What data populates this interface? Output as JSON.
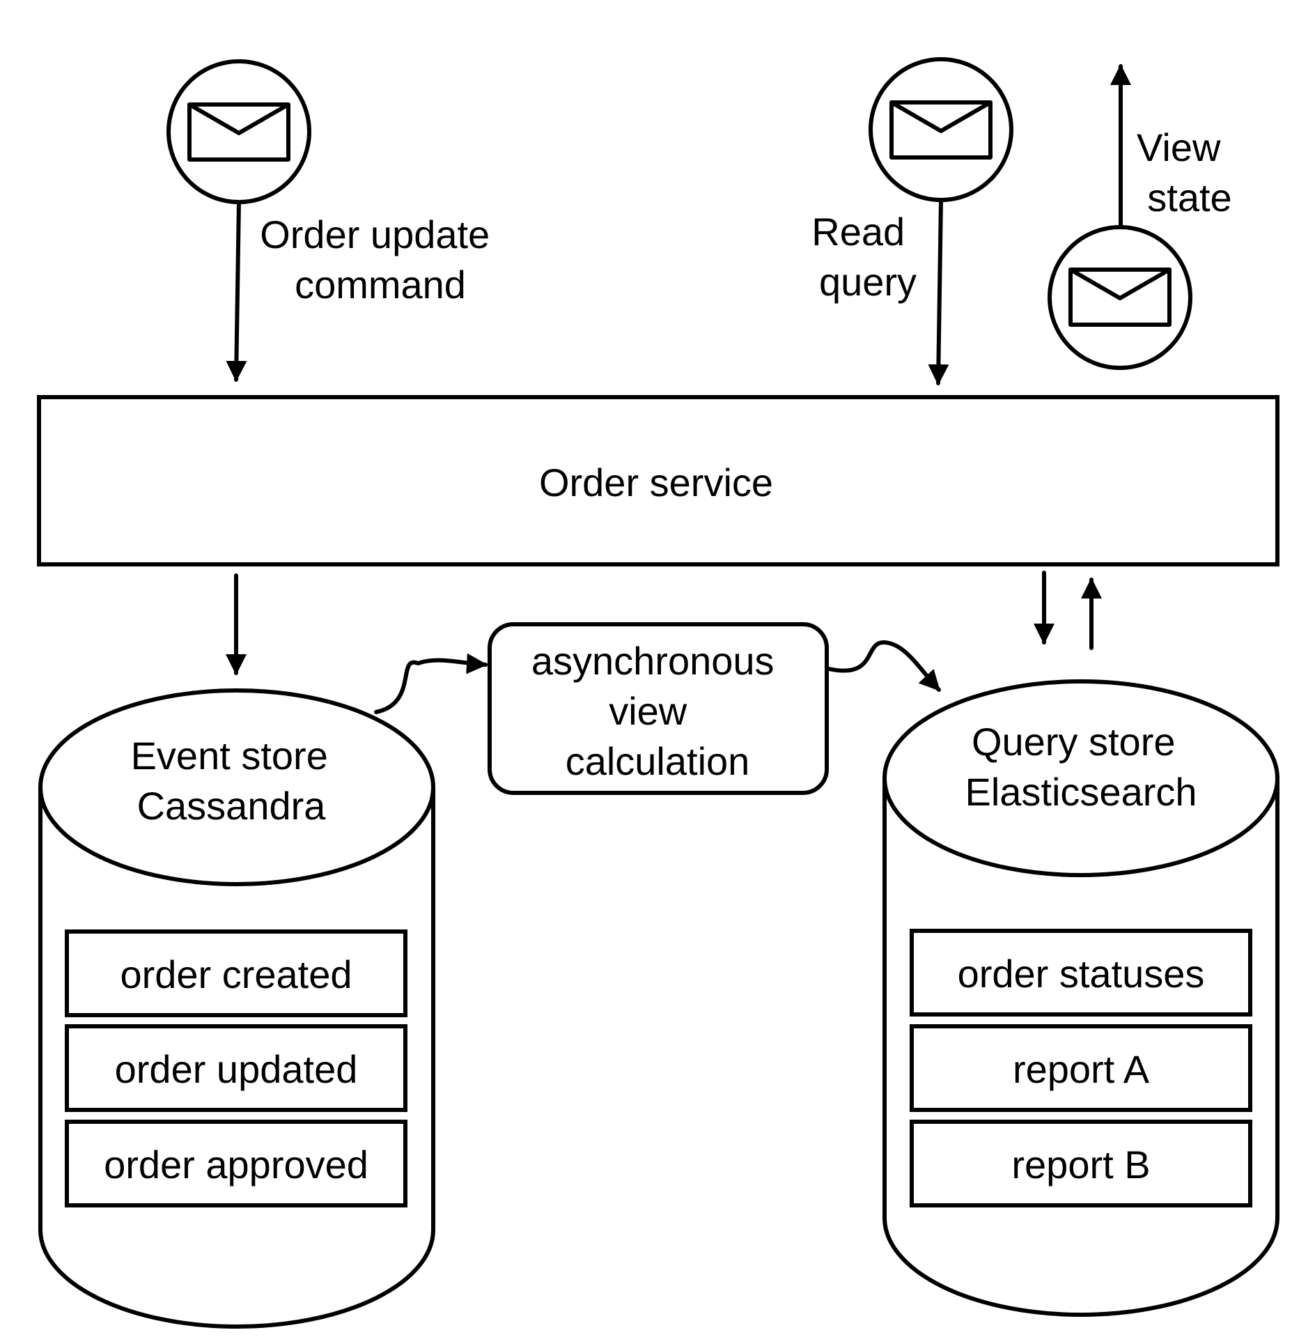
{
  "messages": {
    "order_update_command": [
      "Order update",
      "command"
    ],
    "read_query": [
      "Read",
      "query"
    ],
    "view_state": [
      "View",
      "state"
    ]
  },
  "order_service": {
    "label": "Order service"
  },
  "async_view": {
    "label": [
      "asynchronous",
      "view",
      "calculation"
    ]
  },
  "event_store": {
    "title": [
      "Event store",
      "Cassandra"
    ],
    "rows": [
      "order created",
      "order updated",
      "order approved"
    ]
  },
  "query_store": {
    "title": [
      "Query store",
      "Elasticsearch"
    ],
    "rows": [
      "order statuses",
      "report A",
      "report B"
    ]
  },
  "icons": {
    "message": "envelope-icon"
  }
}
